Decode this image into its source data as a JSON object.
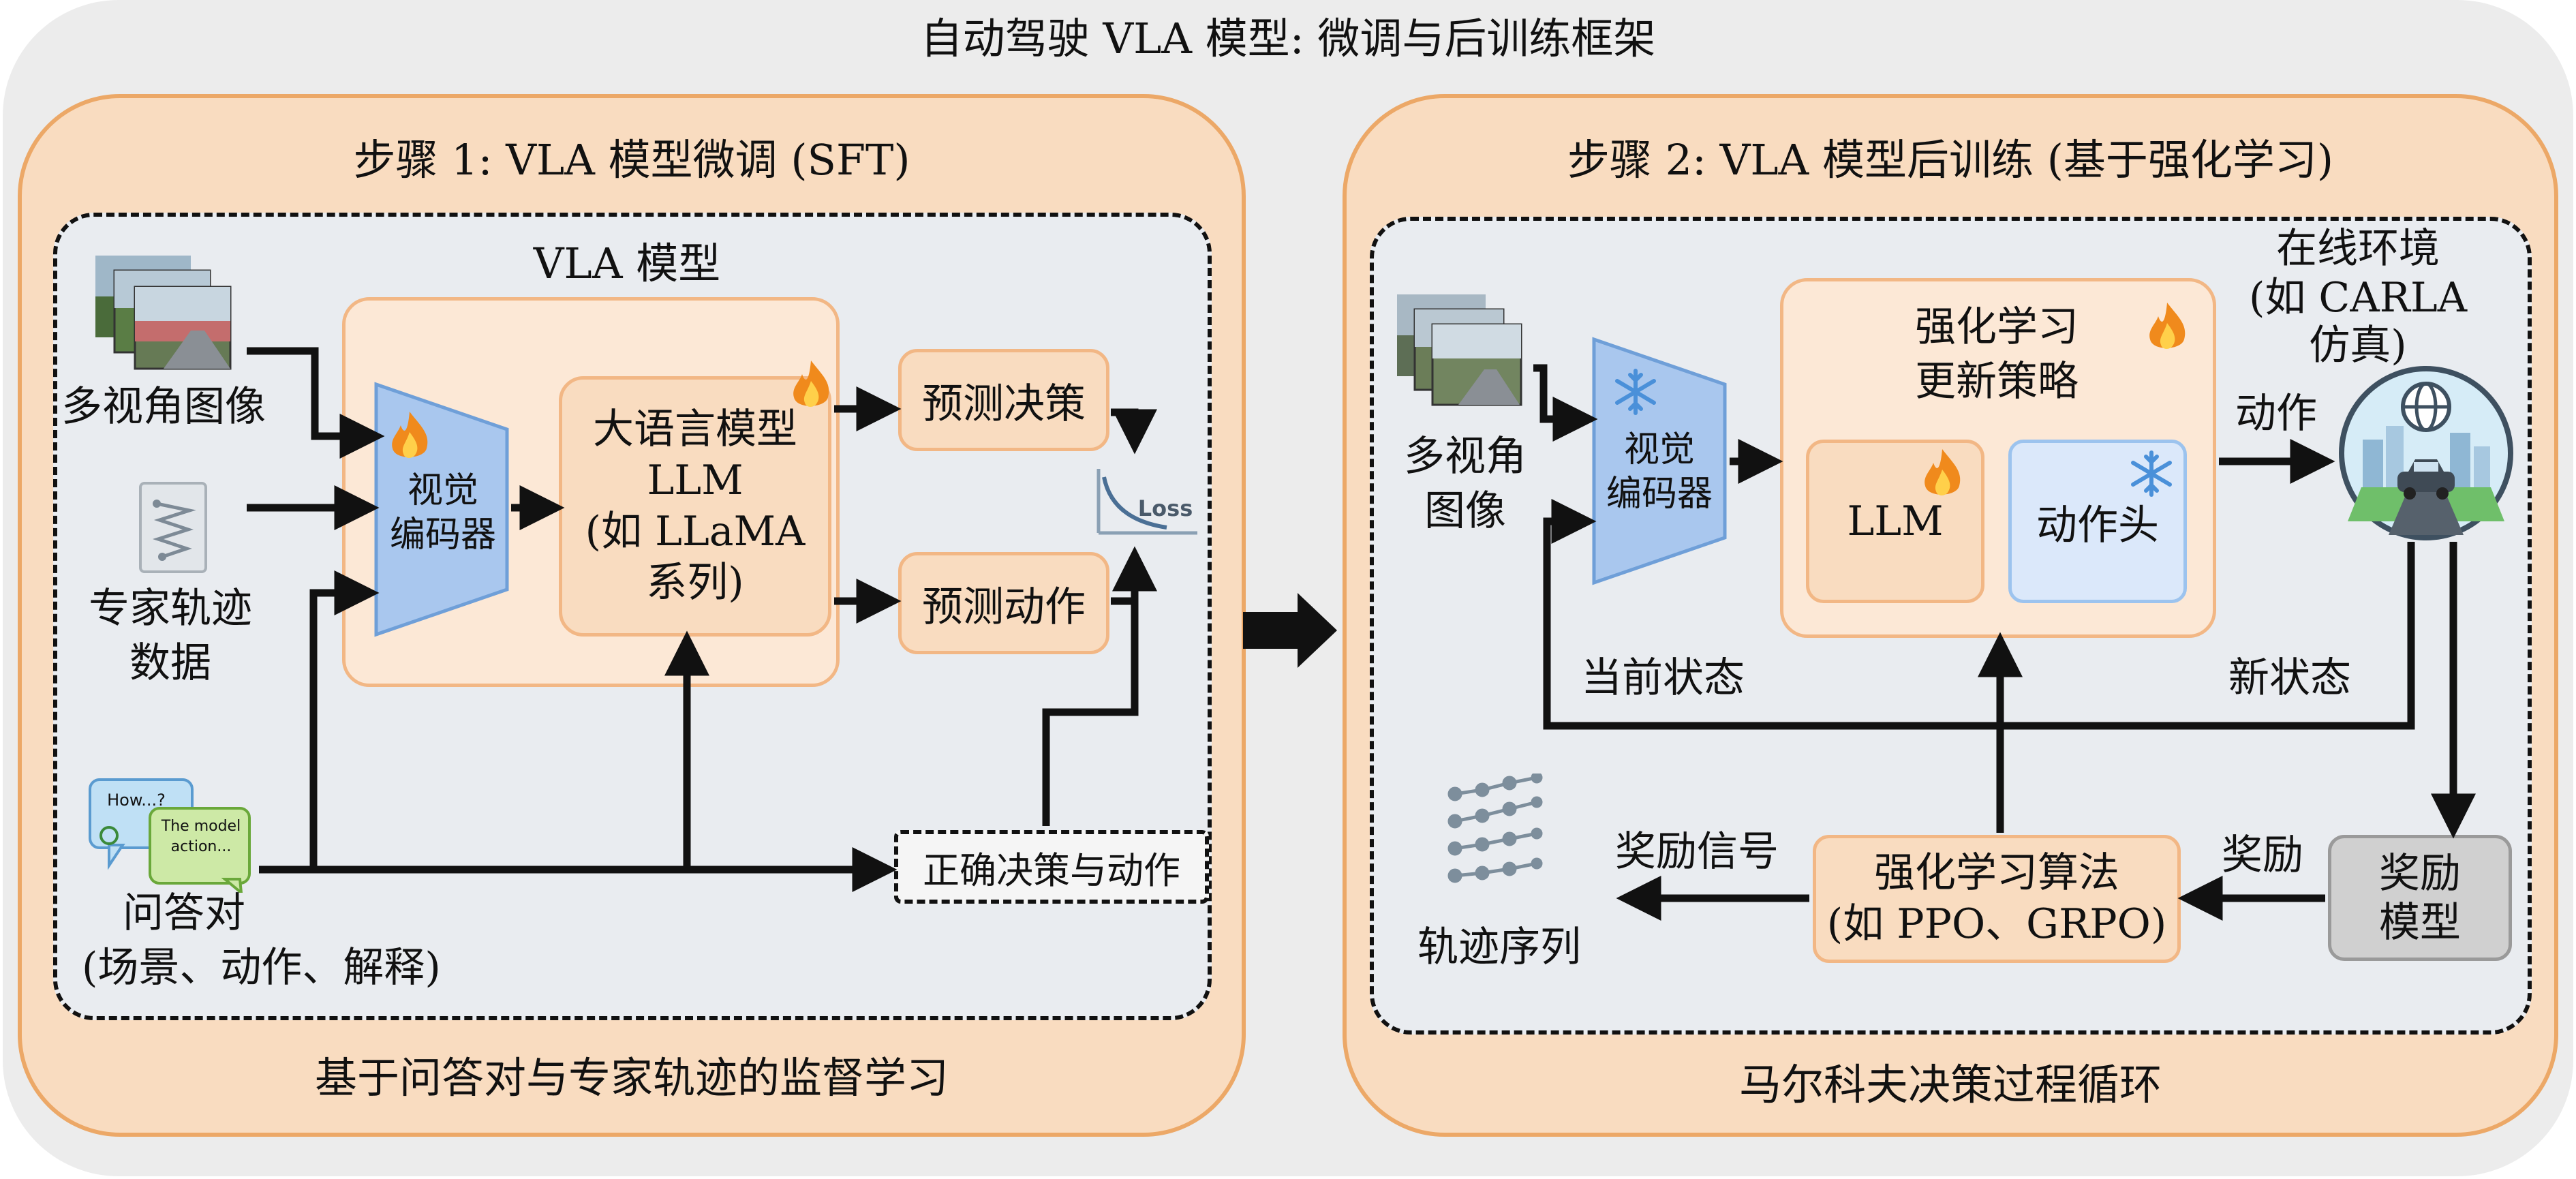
{
  "title": "自动驾驶 VLA 模型: 微调与后训练框架",
  "left_panel": {
    "title": "步骤 1: VLA 模型微调 (SFT)",
    "model_title": "VLA 模型",
    "multi_view_images": "多视角图像",
    "expert_traj_line1": "专家轨迹",
    "expert_traj_line2": "数据",
    "qa_line1": "问答对",
    "qa_line2": "(场景、动作、解释)",
    "qa_bubble1": "How...?",
    "qa_bubble2_line1": "The model",
    "qa_bubble2_line2": "action...",
    "vision_encoder_line1": "视觉",
    "vision_encoder_line2": "编码器",
    "llm_line1": "大语言模型",
    "llm_line2": "LLM",
    "llm_line3": "(如 LLaMA",
    "llm_line4": "系列)",
    "predict_decision": "预测决策",
    "predict_action": "预测动作",
    "ground_truth": "正确决策与动作",
    "loss_label": "Loss",
    "caption": "基于问答对与专家轨迹的监督学习"
  },
  "right_panel": {
    "title": "步骤 2: VLA 模型后训练 (基于强化学习)",
    "multi_view_line1": "多视角",
    "multi_view_line2": "图像",
    "vision_encoder_line1": "视觉",
    "vision_encoder_line2": "编码器",
    "rl_policy_line1": "强化学习",
    "rl_policy_line2": "更新策略",
    "llm": "LLM",
    "action_head": "动作头",
    "online_env_line1": "在线环境",
    "online_env_line2": "(如 CARLA",
    "online_env_line3": "仿真)",
    "action_label": "动作",
    "current_state": "当前状态",
    "new_state": "新状态",
    "reward_model_line1": "奖励",
    "reward_model_line2": "模型",
    "reward_label": "奖励",
    "rl_algo_line1": "强化学习算法",
    "rl_algo_line2": "(如 PPO、GRPO)",
    "reward_signal": "奖励信号",
    "trajectory_sequence": "轨迹序列",
    "caption": "马尔科夫决策过程循环"
  },
  "colors": {
    "panel_fill": "#f9dcc0",
    "panel_border": "#eca867",
    "encoder_blue": "#a9c7ee",
    "flame": "#f08a1c",
    "snowflake": "#4a90d9",
    "reward_model_gray": "#d0d0d0"
  },
  "icons": [
    "flame-icon",
    "snowflake-icon",
    "globe-icon",
    "car-icon",
    "loss-curve-icon",
    "trajectory-icon",
    "camera-images-icon",
    "chat-bubble-icon",
    "document-trajectory-icon",
    "big-right-arrow-icon"
  ]
}
